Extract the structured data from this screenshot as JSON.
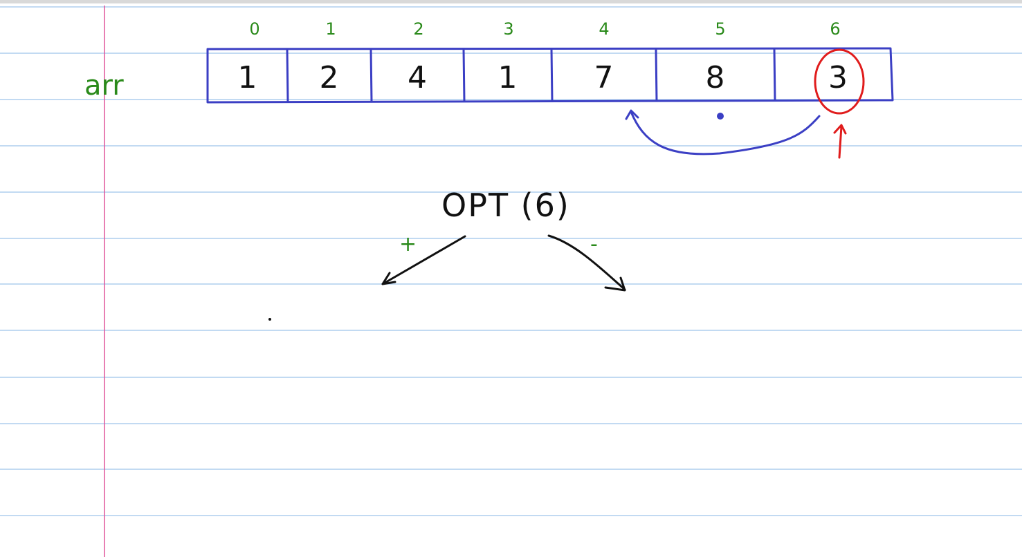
{
  "array_label": "arr",
  "indices": [
    "0",
    "1",
    "2",
    "3",
    "4",
    "5",
    "6"
  ],
  "values": [
    "1",
    "2",
    "4",
    "1",
    "7",
    "8",
    "3"
  ],
  "expression": "OPT (6)",
  "branch_plus": "+",
  "branch_minus": "-",
  "highlighted_index": 6,
  "colors": {
    "ruled_line": "#9ec3ea",
    "margin_line": "#e0559a",
    "green_ink": "#2a8a1a",
    "blue_ink": "#3b3fc4",
    "red_ink": "#e01c1c",
    "black_ink": "#111111"
  }
}
